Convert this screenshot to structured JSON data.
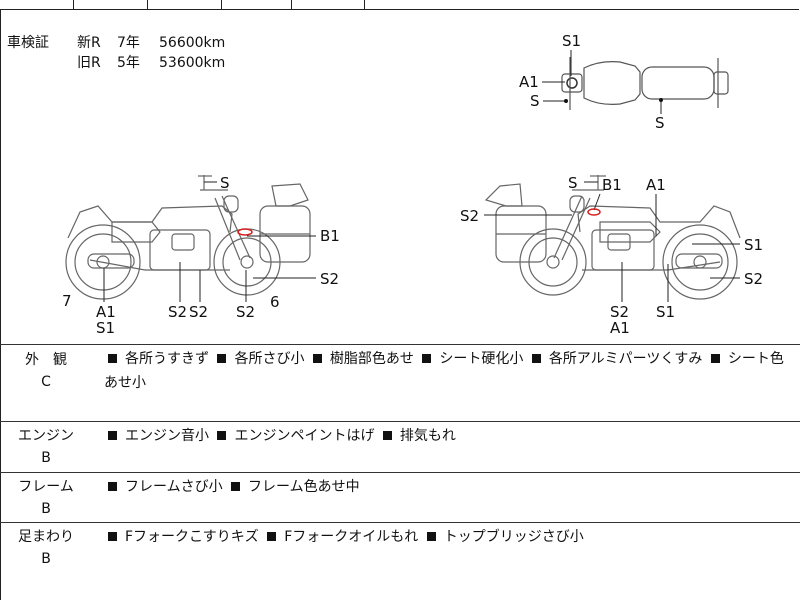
{
  "inspection": {
    "label": "車検証",
    "rows": [
      {
        "gen": "新R",
        "years": "7年",
        "amount": "56600km"
      },
      {
        "gen": "旧R",
        "years": "5年",
        "amount": "53600km"
      }
    ]
  },
  "diagram": {
    "top_view": {
      "labels": [
        "S1",
        "A1",
        "S",
        "S"
      ]
    },
    "left_view": {
      "labels": [
        "S",
        "B1",
        "S2",
        "7",
        "A1",
        "S1",
        "S2",
        "S2",
        "S2",
        "6"
      ]
    },
    "right_view": {
      "labels": [
        "S",
        "B1",
        "A1",
        "S2",
        "S1",
        "S2",
        "S2",
        "A1",
        "S1"
      ]
    },
    "mark_color": "#d62020"
  },
  "sections": [
    {
      "title": "外　観",
      "grade": "C",
      "items": [
        "各所うすきず",
        "各所さび小",
        "樹脂部色あせ",
        "シート硬化小",
        "各所アルミパーツくすみ",
        "シート色あせ小"
      ]
    },
    {
      "title": "エンジン",
      "grade": "B",
      "items": [
        "エンジン音小",
        "エンジンペイントはげ",
        "排気もれ"
      ]
    },
    {
      "title": "フレーム",
      "grade": "B",
      "items": [
        "フレームさび小",
        "フレーム色あせ中"
      ]
    },
    {
      "title": "足まわり",
      "grade": "B",
      "items": [
        "Fフォークこすりキズ",
        "Fフォークオイルもれ",
        "トップブリッジさび小"
      ]
    }
  ]
}
